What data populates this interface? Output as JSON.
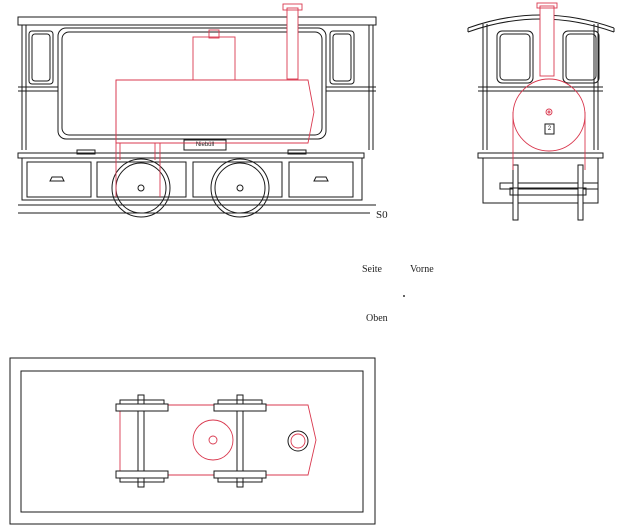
{
  "labels": {
    "rail_level": "S0",
    "view_side": "Seite",
    "view_front": "Vorne",
    "view_top": "Oben",
    "name_plate": "Niebüll",
    "front_plate": "2"
  },
  "colors": {
    "body_lines": "#1a1a1a",
    "hidden_lines": "#d9394f",
    "background": "#ffffff"
  }
}
